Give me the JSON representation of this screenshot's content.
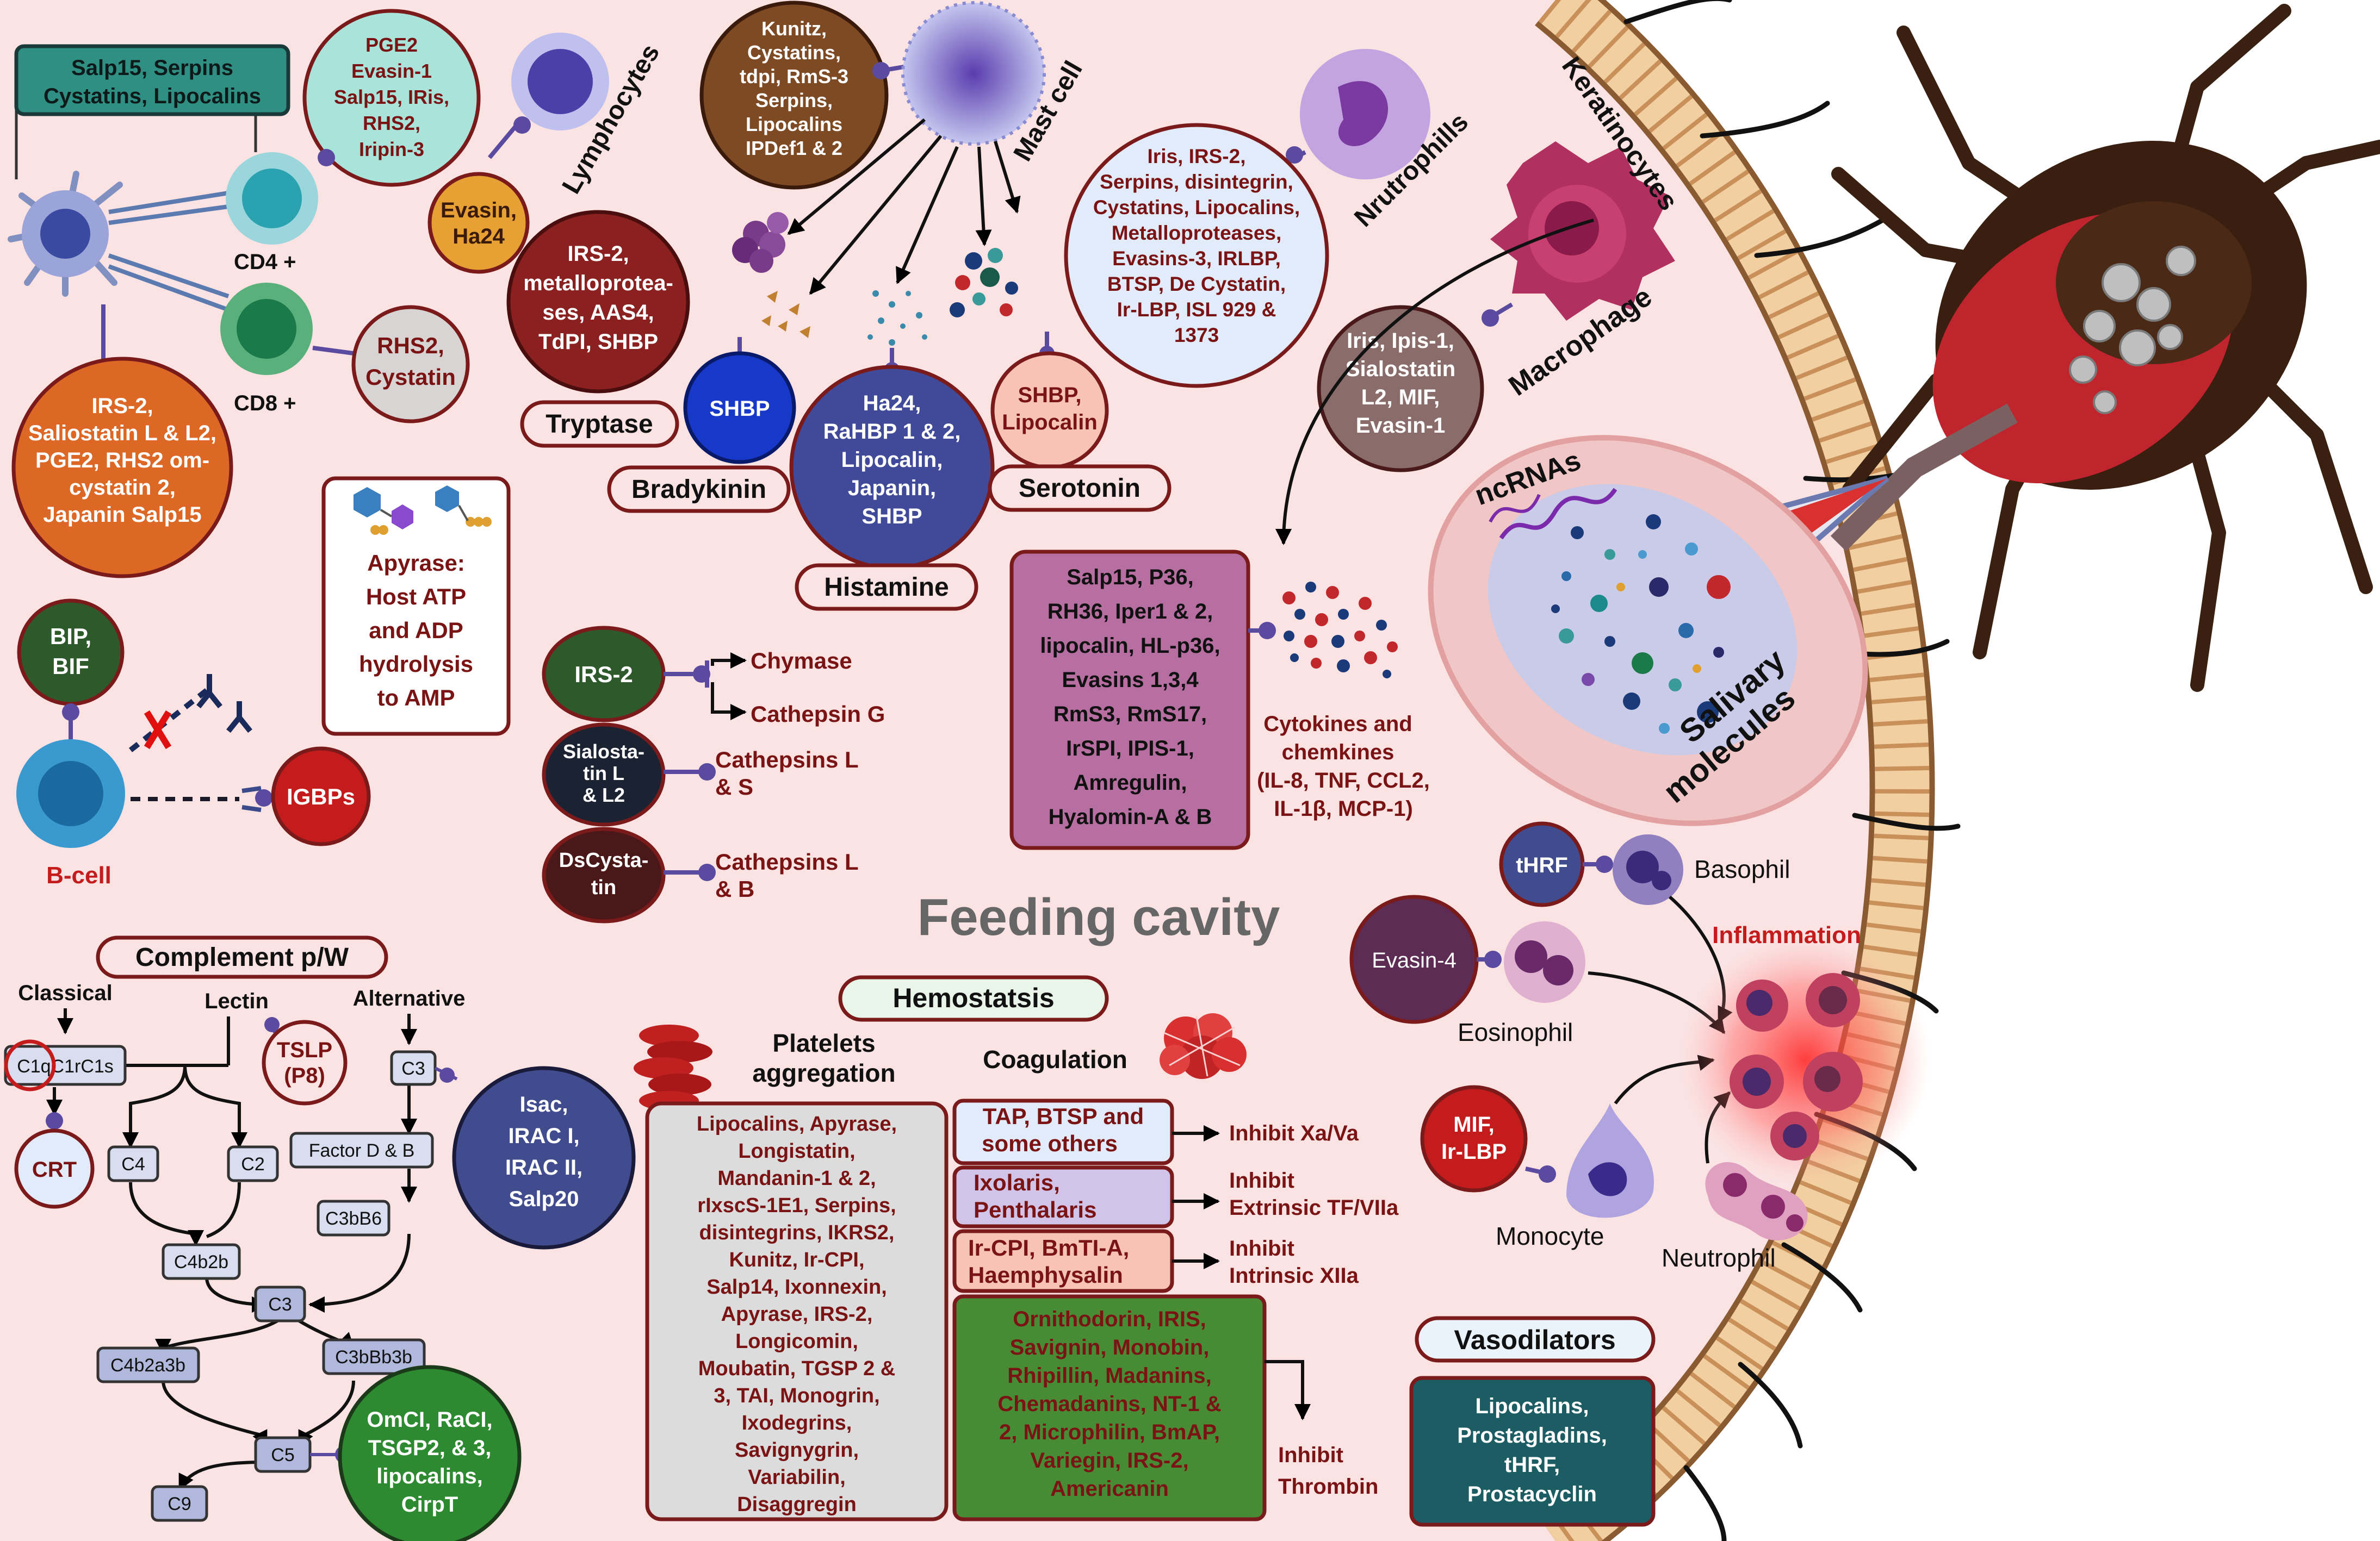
{
  "labels": {
    "feeding_cavity": "Feeding cavity",
    "keratinocytes": "Keratinocytes",
    "lymphocytes": "Lymphocytes",
    "cd4": "CD4 +",
    "cd8": "CD8 +",
    "mast_cell": "Mast cell",
    "neutrophils": "Nrutrophills",
    "macrophage": "Macrophage",
    "ncrnas": "ncRNAs",
    "salivary_1": "Salivary",
    "salivary_2": "molecules",
    "tryptase": "Tryptase",
    "bradykinin": "Bradykinin",
    "histamine": "Histamine",
    "serotonin": "Serotonin",
    "b_cell": "B-cell",
    "chymase": "Chymase",
    "cathepsin_g": "Cathepsin G",
    "cathepsins_ls_1": "Cathepsins L",
    "cathepsins_ls_2": "& S",
    "cathepsins_lb_1": "Cathepsins L",
    "cathepsins_lb_2": "& B",
    "cytokines_1": "Cytokines and",
    "cytokines_2": "chemkines",
    "cytokines_3": "(IL-8, TNF, CCL2,",
    "cytokines_4": "IL-1β, MCP-1)",
    "basophil": "Basophil",
    "eosinophil": "Eosinophil",
    "monocyte": "Monocyte",
    "neutrophil": "Neutrophil",
    "inflammation": "Inflammation",
    "complement": "Complement p/W",
    "classical": "Classical",
    "lectin": "Lectin",
    "alternative": "Alternative",
    "hemostasis": "Hemostatsis",
    "platelets_1": "Platelets",
    "platelets_2": "aggregation",
    "coagulation": "Coagulation",
    "inhibit_xa": "Inhibit Xa/Va",
    "inhibit_tf_1": "Inhibit",
    "inhibit_tf_2": "Extrinsic TF/VIIa",
    "inhibit_xii_1": "Inhibit",
    "inhibit_xii_2": "Intrinsic XIIa",
    "inhibit_thr_1": "Inhibit",
    "inhibit_thr_2": "Thrombin",
    "vasodilators": "Vasodilators"
  },
  "boxes": {
    "salp15_1": "Salp15, Serpins",
    "salp15_2": "Cystatins, Lipocalins",
    "pge2": [
      "PGE2",
      "Evasin-1",
      "Salp15, IRis,",
      "RHS2,",
      "Iripin-3"
    ],
    "evasin": [
      "Evasin,",
      "Ha24"
    ],
    "rhs2": [
      "RHS2,",
      "Cystatin"
    ],
    "irs2_cd8": [
      "IRS-2,",
      "Saliostatin L & L2,",
      "PGE2, RHS2 om-",
      "cystatin 2,",
      "Japanin Salp15"
    ],
    "kunitz": [
      "Kunitz,",
      "Cystatins,",
      "tdpi, RmS-3",
      "Serpins,",
      "Lipocalins",
      "IPDef1 & 2"
    ],
    "tryptase_inh": [
      "IRS-2,",
      "metalloprotea-",
      "ses, AAS4,",
      "TdPI, SHBP"
    ],
    "shbp": "SHBP",
    "histamine_inh": [
      "Ha24,",
      "RaHBP 1 & 2,",
      "Lipocalin,",
      "Japanin,",
      "SHBP"
    ],
    "serotonin_inh": [
      "SHBP,",
      "Lipocalin"
    ],
    "neutro_inh": [
      "Iris, IRS-2,",
      "Serpins, disintegrin,",
      "Cystatins, Lipocalins,",
      "Metalloproteases,",
      "Evasins-3, IRLBP,",
      "BTSP, De Cystatin,",
      "Ir-LBP, ISL 929 &",
      "1373"
    ],
    "macro_inh": [
      "Iris, Ipis-1,",
      "Sialostatin",
      "L2, MIF,",
      "Evasin-1"
    ],
    "apyrase": [
      "Apyrase:",
      "Host ATP",
      "and ADP",
      "hydrolysis",
      "to AMP"
    ],
    "bip": [
      "BIP,",
      "BIF"
    ],
    "igbps": "IGBPs",
    "irs2_dark": "IRS-2",
    "sialostatin": [
      "Sialosta-",
      "tin L",
      "& L2"
    ],
    "dscystatin": [
      "DsCysta-",
      "tin"
    ],
    "cytokine_inh": [
      "Salp15, P36,",
      "RH36, Iper1 & 2,",
      "lipocalin, HL-p36,",
      "Evasins 1,3,4",
      "RmS3, RmS17,",
      "IrSPI, IPIS-1,",
      "Amregulin,",
      "Hyalomin-A & B"
    ],
    "thrf": "tHRF",
    "evasin4": "Evasin-4",
    "mif": [
      "MIF,",
      "Ir-LBP"
    ],
    "c1q": "C1qC1rC1s",
    "crt": "CRT",
    "tslp": [
      "TSLP",
      "(P8)"
    ],
    "c3_top": "C3",
    "factor_db": "Factor D & B",
    "c4": "C4",
    "c2": "C2",
    "c3bb6": "C3bB6",
    "c4b2b": "C4b2b",
    "c3_mid": "C3",
    "c4b2a3b": "C4b2a3b",
    "c3bbb3b": "C3bBb3b",
    "c5": "C5",
    "c9": "C9",
    "isac": [
      "Isac,",
      "IRAC I,",
      "IRAC II,",
      "Salp20"
    ],
    "omci": [
      "OmCI, RaCI,",
      "TSGP2, & 3,",
      "lipocalins,",
      "CirpT"
    ],
    "platelet_inh": [
      "Lipocalins, Apyrase,",
      "Longistatin,",
      "Mandanin-1 & 2,",
      "rIxscS-1E1, Serpins,",
      "disintegrins, IKRS2,",
      "Kunitz, Ir-CPI,",
      "Salp14, Ixonnexin,",
      "Apyrase, IRS-2,",
      "Longicomin,",
      "Moubatin, TGSP 2 &",
      "3, TAI, Monogrin,",
      "Ixodegrins,",
      "Savignygrin,",
      "Variabilin,",
      "Disaggregin"
    ],
    "tap": [
      "TAP, BTSP and",
      "some others"
    ],
    "ixolaris": [
      "Ixolaris,",
      "Penthalaris"
    ],
    "ircpi": [
      "Ir-CPI, BmTI-A,",
      "Haemphysalin"
    ],
    "thrombin_inh": [
      "Ornithodorin, IRIS,",
      "Savignin, Monobin,",
      "Rhipillin, Madanins,",
      "Chemadanins, NT-1 &",
      "2, Microphilin, BmAP,",
      "Variegin, IRS-2,",
      "Americanin"
    ],
    "vaso": [
      "Lipocalins,",
      "Prostagladins,",
      "tHRF,",
      "Prostacyclin"
    ]
  },
  "colors": {
    "cavity": "#fbe3e3",
    "teal": "#2f8f82",
    "mint": "#a9e3d9",
    "orange": "#e7a033",
    "dark_orange": "#dd6826",
    "grey_circle": "#d9d4d4",
    "brown": "#7e4a24",
    "maroon": "#8a2020",
    "blue": "#1738c8",
    "purple_navy": "#414a98",
    "salmon": "#f6c3b4",
    "pale_blue": "#e2ebfa",
    "grey_brown": "#8a6d6b",
    "dark_green": "#2e5a2b",
    "navy": "#1b2333",
    "dark_maroon": "#4a1818",
    "mauve": "#b76fa2",
    "navy_blue": "#414c8e",
    "plum": "#5c2c55",
    "red": "#c41c1c",
    "lavender": "#d2c4e9",
    "light_grey": "#dcdcdc",
    "green": "#488b35",
    "dark_teal": "#1c5c63",
    "outline": "#7b1a1a",
    "text_dark": "#7a1414"
  }
}
